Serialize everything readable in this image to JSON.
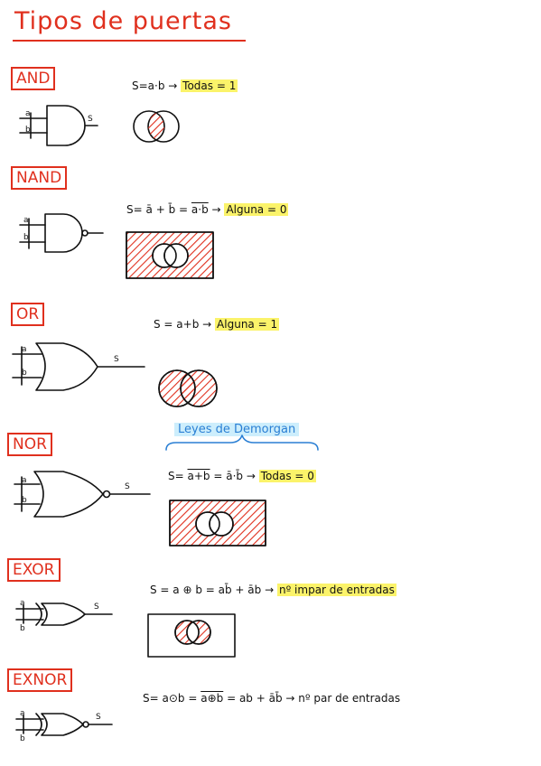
{
  "title": "Tipos de puertas",
  "gates": {
    "and": {
      "label": "AND",
      "eq_main": "S=a·b",
      "eq_note": "Todas = 1"
    },
    "nand": {
      "label": "NAND",
      "eq_s": "S=",
      "eq_a": "ā",
      "eq_plus": "+",
      "eq_b": "b̄",
      "eq_eq": "=",
      "eq_over": "a·b",
      "eq_arrow": "→",
      "eq_note": "Alguna = 0"
    },
    "or": {
      "label": "OR",
      "eq_main": "S = a+b",
      "eq_arrow": "→",
      "eq_note": "Alguna = 1"
    },
    "nor": {
      "label": "NOR",
      "eq_s": "S=",
      "eq_over": "a+b",
      "eq_rest": "= ā·b̄",
      "eq_arrow": "→",
      "eq_note": "Todas = 0"
    },
    "exor": {
      "label": "EXOR",
      "eq_main": "S = a ⊕ b = ab̄ + āb",
      "eq_arrow": "→",
      "eq_note": "nº impar de entradas"
    },
    "exnor": {
      "label": "EXNOR",
      "eq_s": "S= a⊙b =",
      "eq_over": "a⊕b",
      "eq_rest": "= ab + āb̄",
      "eq_arrow": "→",
      "eq_note": "nº par de entradas"
    }
  },
  "leyes": "Leyes de Demorgan",
  "pins": {
    "a": "a",
    "b": "b",
    "s": "S"
  }
}
